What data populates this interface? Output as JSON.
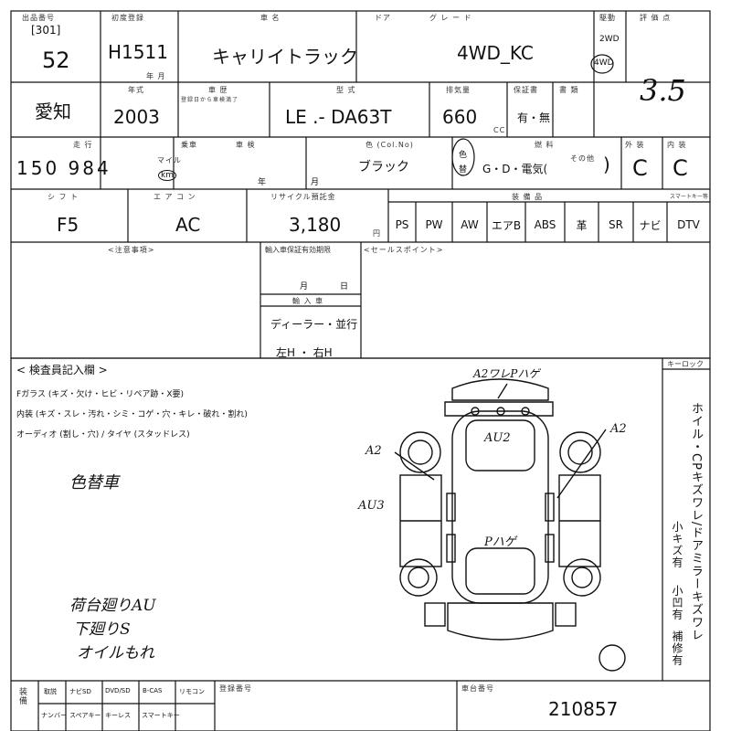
{
  "header": {
    "lot_label": "出品番号",
    "lot_no": "[301]",
    "lot_sub": "52",
    "first_reg_label": "初度登録",
    "first_reg": "H1511",
    "year_month": "年 月",
    "car_name_label": "車 名",
    "car_name": "キャリイトラック",
    "door_label": "ドア",
    "grade_label": "グ レ ー ド",
    "grade": "4WD_KC",
    "drive_label": "駆動",
    "drive_2wd": "2WD",
    "drive_4wd": "4WD",
    "score_label": "評 価 点",
    "score": "3.5"
  },
  "row2": {
    "region": "愛知",
    "model_year_label": "年式",
    "model_year": "2003",
    "shaken_label": "車 歴",
    "shaken_note": "登録日から車検満了",
    "type_label": "型 式",
    "type": "LE .-  DA63T",
    "displacement_label": "排気量",
    "displacement": "660",
    "cc": "CC",
    "warranty_label": "保証書",
    "warranty": "有・無",
    "recycle_label": "書 類"
  },
  "row3": {
    "mileage_label": "走 行",
    "mileage": "150 984",
    "mile_unit": "マイル",
    "km_unit": "km",
    "seats_label": "乗車",
    "inspection_label": "車 検",
    "year": "年",
    "month": "月",
    "color_label": "色 (Col.No)",
    "color": "ブラック",
    "color_change_1": "色",
    "color_change_2": "替",
    "fuel_label": "燃 料",
    "fuel_options": "G・D・電気(",
    "fuel_other": "その他",
    "fuel_close": ")",
    "exterior_label": "外 装",
    "exterior": "C",
    "interior_label": "内 装",
    "interior": "C"
  },
  "row4": {
    "shift_label": "シ フ ト",
    "shift": "F5",
    "ac_label": "エ ア コ ン",
    "ac": "AC",
    "recycle_fee_label": "リサイクル預託金",
    "recycle_fee": "3,180",
    "yen": "円",
    "equipment_label": "装 備 品",
    "equipment": [
      "PS",
      "PW",
      "AW",
      "エアB",
      "ABS",
      "革",
      "SR",
      "ナビ",
      "DTV"
    ],
    "smart_key": "スマートキー等"
  },
  "row5": {
    "notes_label": "<注意事項>",
    "expiry_label": "輸入車保証有効期限",
    "month": "月",
    "day": "日",
    "import_label": "輸 入 車",
    "dealer": "ディーラー・並行",
    "left_h": "左H ・ 右H",
    "sales_label": "<セールスポイント>"
  },
  "inspector": {
    "title": "< 検査員記入欄 >",
    "glass": "Fガラス (キズ・欠け・ヒビ・リペア跡・X要)",
    "interior_line": "内装 (キズ・スレ・汚れ・シミ・コゲ・穴・キレ・破れ・割れ)",
    "audio_line": "オーディオ (割し・穴) / タイヤ (スタッドレス)",
    "note_color": "色替車",
    "note_cargo": "荷台廻りAU",
    "note_under": "下廻りS",
    "note_oil": "オイルもれ",
    "keylock": "キーロック",
    "side_note": "ホイル・CPキズワレ/ドアミラーキズワレ",
    "side_small_1": "小キズ有",
    "side_small_2": "小凹有",
    "side_tear": "補修有"
  },
  "diagram": {
    "a2_wave": "A2ワレPハゲ",
    "au2": "AU2",
    "a2_left": "A2",
    "a2_right": "A2",
    "au3": "AU3",
    "p_hage": "Pハゲ"
  },
  "footer": {
    "equip_label": "装備",
    "items_row1": [
      "取説",
      "ナビSD",
      "DVD/SD",
      "B-CAS",
      "リモコン"
    ],
    "items_row2": [
      "ナンバー",
      "スペアキー",
      "キーレス",
      "スマートキー"
    ],
    "reg_no_label": "登録番号",
    "chassis_label": "車台番号",
    "chassis": "210857"
  }
}
